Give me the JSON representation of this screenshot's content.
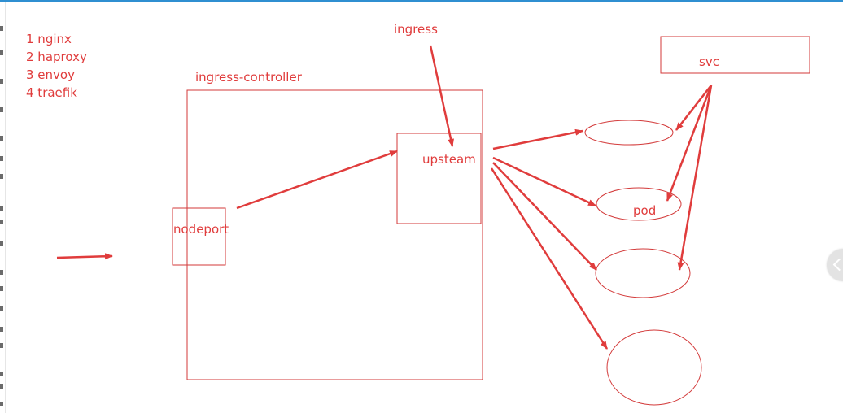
{
  "colors": {
    "accent": "#e03c3c",
    "stroke": "#d33a3a",
    "top_rule": "#2f8fd1",
    "scroll_button": "#e3e3e3"
  },
  "list": {
    "items": [
      "1 nginx",
      "2 haproxy",
      "3 envoy",
      "4 traefik"
    ]
  },
  "labels": {
    "ingress": "ingress",
    "ingress_controller": "ingress-controller",
    "svc": "svc",
    "upsteam": "upsteam",
    "nodeport": "nodeport",
    "pod": "pod"
  },
  "icons": {
    "scroll_button": "chevron-left-icon"
  }
}
